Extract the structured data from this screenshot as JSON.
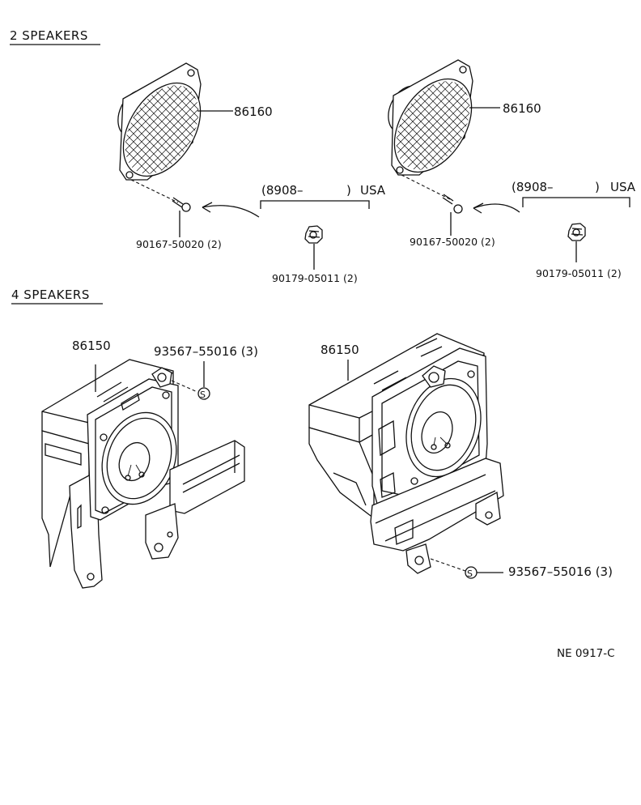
{
  "sections": {
    "two_speakers": "2  SPEAKERS",
    "four_speakers": "4  SPEAKERS"
  },
  "parts": {
    "speaker_left": "86160",
    "speaker_right": "86160",
    "screw_left": "90167-50020 (2)",
    "screw_right": "90167-50020 (2)",
    "nut_left": "90179-05011 (2)",
    "nut_right": "90179-05011 (2)",
    "box_left": "86150",
    "box_right": "86150",
    "box_screw_left": "93567–55016 (3)",
    "box_screw_right": "93567–55016 (3)"
  },
  "notes": {
    "date_left": "(8908–",
    "date_left_close": ")",
    "usa_left": "USA",
    "date_right": "(8908–",
    "date_right_close": ")",
    "usa_right": "USA",
    "s_symbol": "S"
  },
  "footer": {
    "code": "NE  0917-C"
  }
}
